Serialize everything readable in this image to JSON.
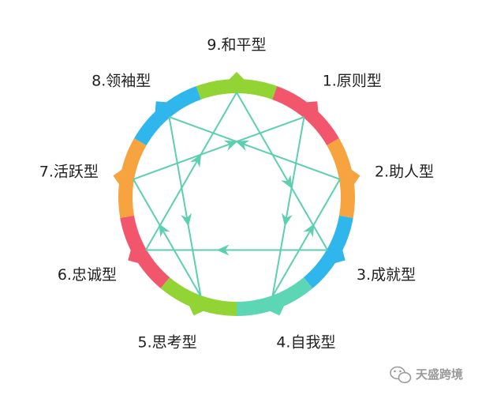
{
  "types": [
    {
      "num": 1,
      "label": "1.原则型",
      "color": "#f2566c"
    },
    {
      "num": 2,
      "label": "2.助人型",
      "color": "#f7a33f"
    },
    {
      "num": 3,
      "label": "3.成就型",
      "color": "#2fb6ec"
    },
    {
      "num": 4,
      "label": "4.自我型",
      "color": "#5cd6b4"
    },
    {
      "num": 5,
      "label": "5.思考型",
      "color": "#92d433"
    },
    {
      "num": 6,
      "label": "6.忠诚型",
      "color": "#f2566c"
    },
    {
      "num": 7,
      "label": "7.活跃型",
      "color": "#f7a33f"
    },
    {
      "num": 8,
      "label": "8.领袖型",
      "color": "#2fb6ec"
    },
    {
      "num": 9,
      "label": "9.和平型",
      "color": "#92d433"
    }
  ],
  "lines_color": "#5ccfb1",
  "connections": [
    [
      9,
      3
    ],
    [
      3,
      6
    ],
    [
      6,
      9
    ],
    [
      1,
      4
    ],
    [
      4,
      2
    ],
    [
      2,
      8
    ],
    [
      8,
      5
    ],
    [
      5,
      7
    ],
    [
      7,
      1
    ]
  ],
  "watermark": {
    "icon": "wechat-icon",
    "text": "天盛跨境"
  }
}
